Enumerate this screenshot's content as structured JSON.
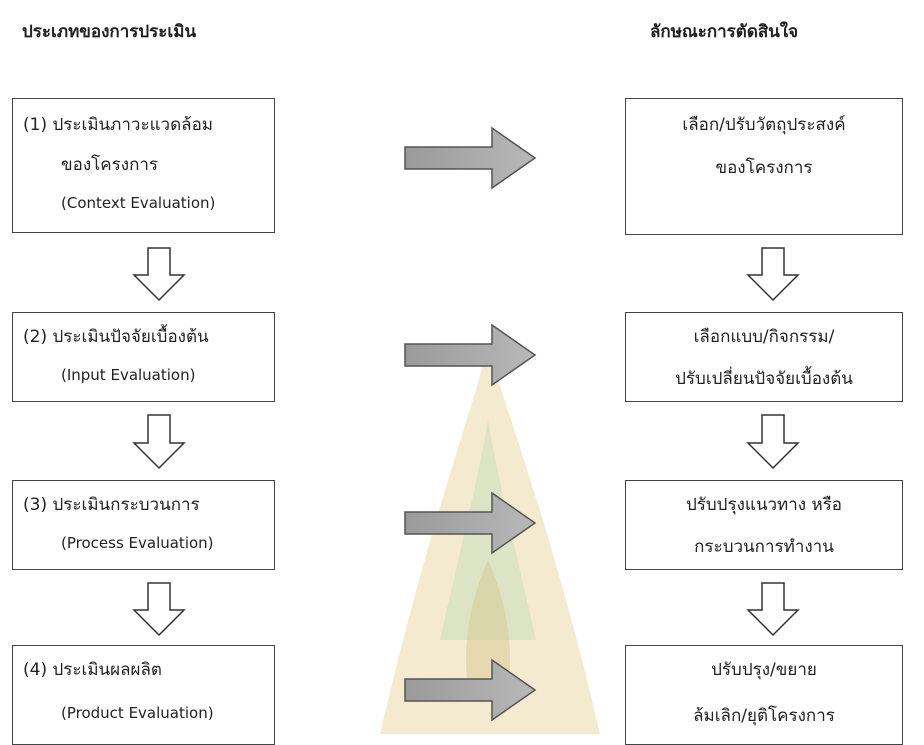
{
  "headings": {
    "left": "ประเภทของการประเมิน",
    "right": "ลักษณะการตัดสินใจ"
  },
  "evaluations": [
    {
      "line1": "(1) ประเมินภาวะแวดล้อม",
      "line2": "ของโครงการ",
      "line3": "(Context Evaluation)"
    },
    {
      "line1": "(2) ประเมินปัจจัยเบื้องต้น",
      "line2": "(Input Evaluation)"
    },
    {
      "line1": "(3) ประเมินกระบวนการ",
      "line2": "(Process Evaluation)"
    },
    {
      "line1": "(4) ประเมินผลผลิต",
      "line2": "(Product Evaluation)"
    }
  ],
  "decisions": [
    {
      "line1": "เลือก/ปรับวัตถุประสงค์",
      "line2": "ของโครงการ"
    },
    {
      "line1": "เลือกแบบ/กิจกรรม/",
      "line2": "ปรับเปลี่ยนปัจจัยเบื้องต้น"
    },
    {
      "line1": "ปรับปรุงแนวทาง หรือ",
      "line2": "กระบวนการทำงาน"
    },
    {
      "line1": "ปรับปรุง/ขยาย",
      "line2": "ล้มเลิก/ยุติโครงการ"
    }
  ],
  "colors": {
    "box_border": "#444444",
    "arrow_fill": "#a6a6a6",
    "arrow_stroke": "#555555",
    "watermark_gold": "#e9d9a8",
    "watermark_green": "#cfe0bf"
  }
}
